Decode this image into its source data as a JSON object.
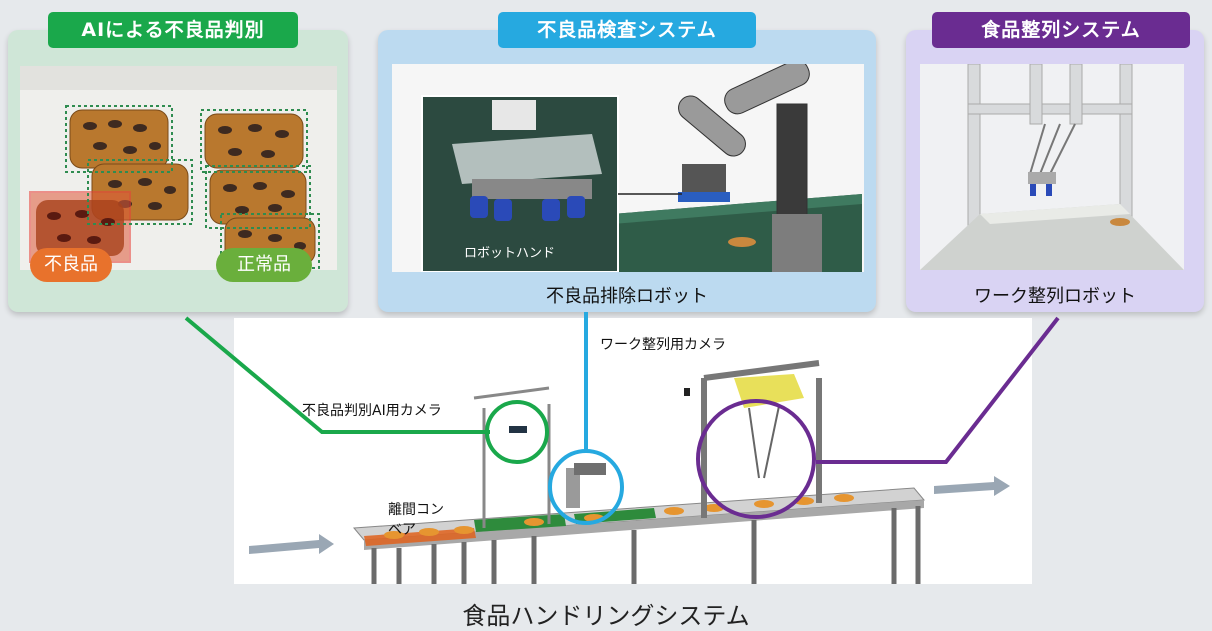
{
  "panels": {
    "ai": {
      "tag": "AIによる不良品判別",
      "defective_label": "不良品",
      "normal_label": "正常品",
      "color": "#1aa84b"
    },
    "inspection": {
      "tag": "不良品検査システム",
      "inset_label": "ロボットハンド",
      "caption": "不良品排除ロボット",
      "color": "#26a9e0"
    },
    "alignment": {
      "tag": "食品整列システム",
      "caption": "ワーク整列ロボット",
      "color": "#6a2c91"
    }
  },
  "diagram": {
    "camera_align_label": "ワーク整列用カメラ",
    "camera_ai_label": "不良品判別AI用カメラ",
    "conveyor_label": "離間コンベア"
  },
  "title": "食品ハンドリングシステム",
  "colors": {
    "defective": "#e8722c",
    "normal": "#6aaf3c",
    "ai_bg": "#cfe6d7",
    "inspection_bg": "#bcdaf0",
    "alignment_bg": "#d9d3f3"
  }
}
